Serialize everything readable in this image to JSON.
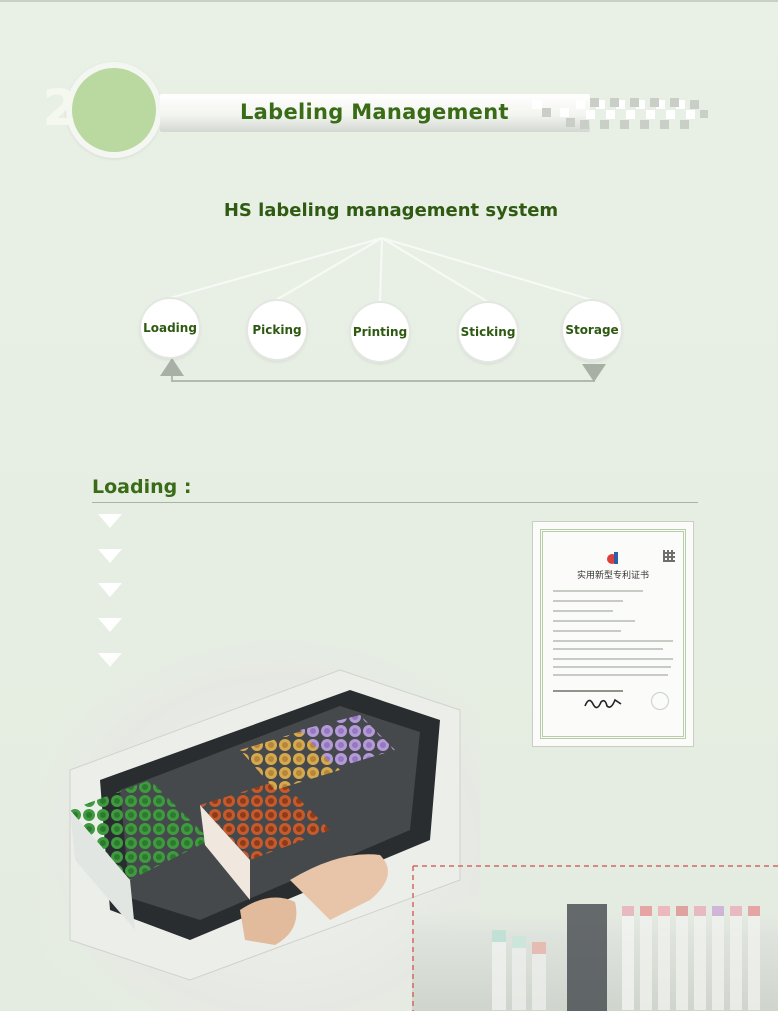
{
  "section": {
    "number": "2",
    "title": "Labeling Management"
  },
  "system": {
    "title": "HS labeling management system",
    "stages": [
      "Loading",
      "Picking",
      "Printing",
      "Sticking",
      "Storage"
    ]
  },
  "loading": {
    "heading": "Loading :",
    "bullet_count": 5
  },
  "certificate": {
    "title": "实用新型专利证书"
  },
  "colors": {
    "accent_green": "#3a6b16",
    "badge_green": "#b9d9a0",
    "arrow_gray": "#a8b0a6",
    "background": "#e7efe4"
  },
  "images": {
    "machine_photo": "tube labeling machine loading tray with green, orange, yellow and purple capped blood tubes",
    "lab_photo": "blood collection tubes in rack"
  }
}
